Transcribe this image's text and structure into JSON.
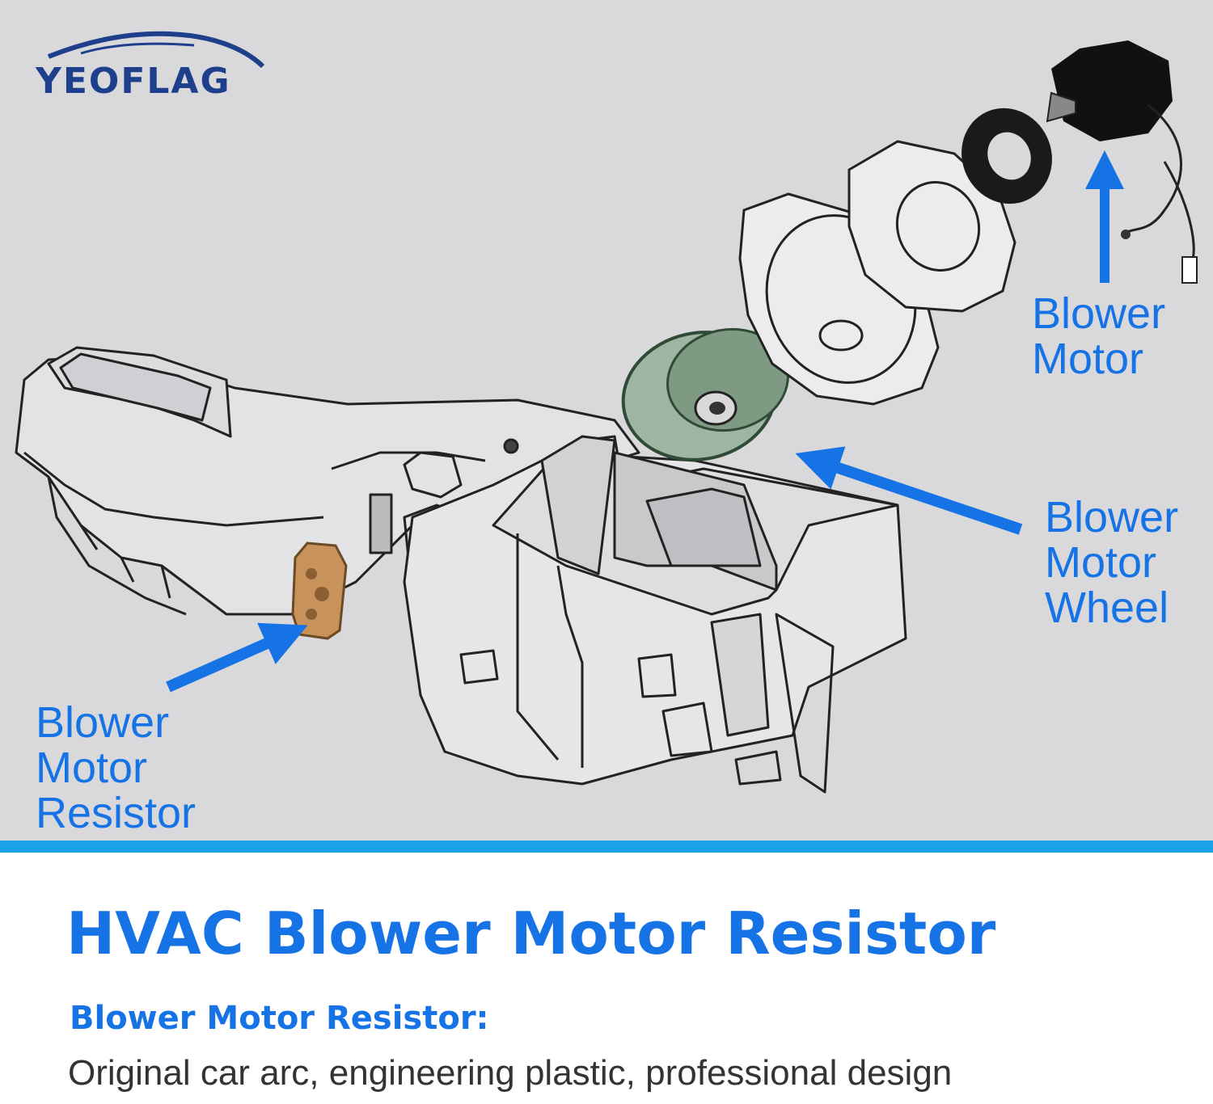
{
  "brand": {
    "logo_text": "YEOFLAG"
  },
  "diagram": {
    "labels": {
      "blower_motor": [
        "Blower",
        "Motor"
      ],
      "blower_motor_wheel": [
        "Blower",
        "Motor",
        "Wheel"
      ],
      "blower_motor_resistor": [
        "Blower",
        "Motor",
        "Resistor"
      ]
    },
    "colors": {
      "arrow": "#1673e6",
      "background": "#d9d9dc",
      "resistor": "#c8935a",
      "wheel": "#7e9a82"
    },
    "icons": [
      "arrow-up-icon",
      "arrow-left-icon",
      "arrow-up-right-icon"
    ]
  },
  "text": {
    "headline": "HVAC Blower Motor Resistor",
    "subhead": "Blower Motor Resistor:",
    "description": "Original car arc, engineering plastic, professional design"
  },
  "colors": {
    "accent": "#1673e6",
    "divider": "#1aa3e8",
    "body_text": "#333333"
  }
}
